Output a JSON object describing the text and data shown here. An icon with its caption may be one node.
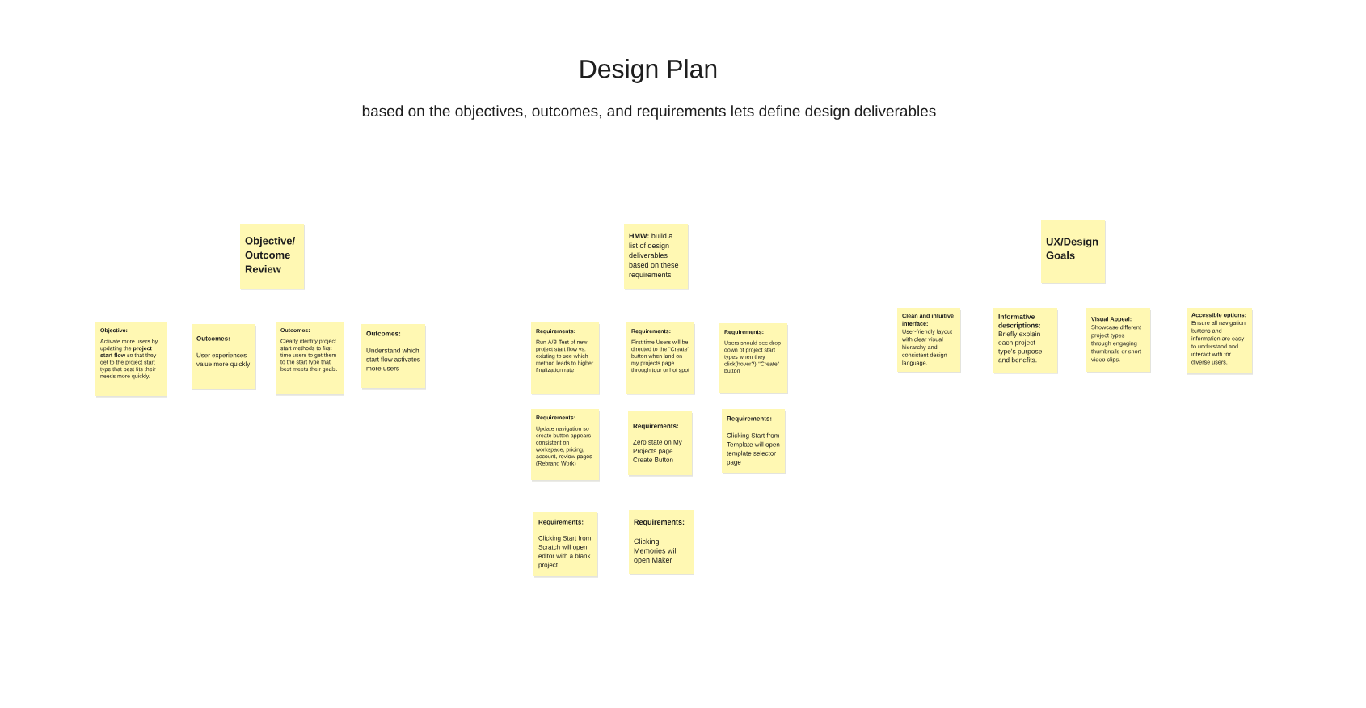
{
  "diagram": {
    "title": "Design Plan",
    "nodes": [
      {
        "text": [
          "Objective/ Outcome Review"
        ]
      },
      {
        "text": [
          "Objective:",
          "Activate more users by updating the **project start flow** so that they get to the project start type that best fits their needs more quickly."
        ]
      },
      {
        "text": [
          "Outcomes:",
          "User experiences value more quickly"
        ]
      },
      {
        "text": [
          "Outcomes:",
          "Clearly identify project start methods to first time users to get them to the start type that best meets their goals."
        ]
      },
      {
        "text": [
          "Outcomes:",
          "Understand which start flow activates more users"
        ]
      },
      {
        "text": [
          "**HMW:** build a list of design deliverables based on these requirements"
        ]
      },
      {
        "text": [
          "Requirements:",
          "Run A/B Test of new project start flow vs. existing to see which method leads to higher finalization rate"
        ]
      },
      {
        "text": [
          "Requirements:",
          "First time Users will be directed to the \"Create\" button when land on my projects page through tour or hot spot"
        ]
      },
      {
        "text": [
          "Requirements:",
          "Users should see drop down of project start types when they click(hover?) \"Create\" button"
        ]
      },
      {
        "text": [
          "Requirements:",
          "Update navigation so create button appears consistent on workspace, pricing, account, review pages (Rebrand Work)"
        ]
      },
      {
        "text": [
          "Requirements:",
          "Zero state on My Projects page Create Button"
        ]
      },
      {
        "text": [
          "Requirements:",
          "Clicking Start from Template will open template selector page"
        ]
      },
      {
        "text": [
          "Requirements:",
          "Clicking Start from Scratch will open editor with a blank project"
        ]
      },
      {
        "text": [
          "Requirements:",
          "Clicking Memories will open Maker"
        ]
      },
      {
        "text": [
          "UX/Design Goals"
        ]
      },
      {
        "text": [
          "**Clean and intuitive interface:** User-friendly layout with clear visual hierarchy and consistent design language."
        ]
      },
      {
        "text": [
          "Informative descriptions:",
          "Briefly explain each project type's purpose and benefits."
        ]
      },
      {
        "text": [
          "Visual Appeal:",
          "Showcase different project types through engaging thumbnails or short video clips."
        ]
      },
      {
        "text": [
          "Accessible options:",
          "Ensure all navigation buttons and information are easy to understand and interact with for diverse users."
        ]
      }
    ],
    "labels": [
      "based on the objectives, outcomes, and requirements lets define design deliverables"
    ]
  }
}
